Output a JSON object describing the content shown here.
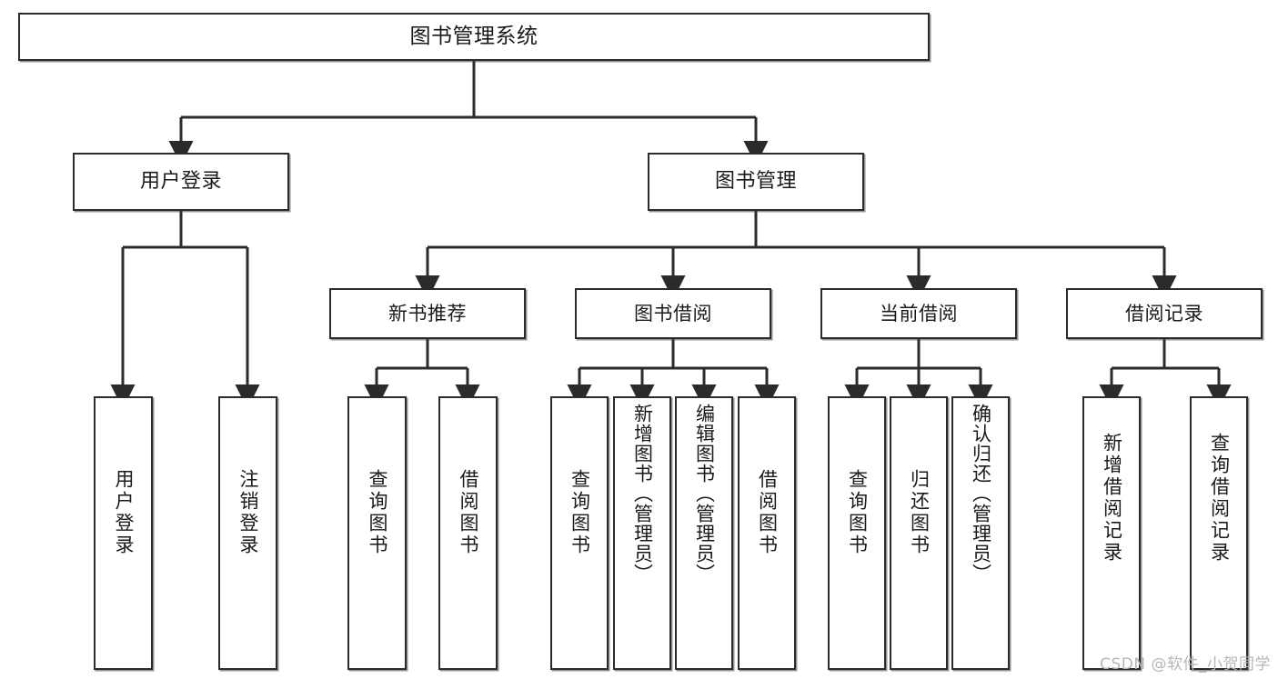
{
  "diagram": {
    "title": "图书管理系统",
    "type": "tree-hierarchy",
    "watermark": "CSDN @软件_小贺同学",
    "edge_color": "#2b2b2b",
    "node_fill": "#ffffff",
    "node_border": "#2b2b2b",
    "root": {
      "id": "root",
      "label": "图书管理系统",
      "level": 1
    },
    "branches": [
      {
        "id": "user-login",
        "label": "用户登录",
        "level": 2
      },
      {
        "id": "book-manage",
        "label": "图书管理",
        "level": 2
      }
    ],
    "groups": [
      {
        "id": "new-book-recommend",
        "label": "新书推荐",
        "level": 3,
        "parent": "book-manage"
      },
      {
        "id": "book-borrow",
        "label": "图书借阅",
        "level": 3,
        "parent": "book-manage"
      },
      {
        "id": "current-borrow",
        "label": "当前借阅",
        "level": 3,
        "parent": "book-manage"
      },
      {
        "id": "borrow-record",
        "label": "借阅记录",
        "level": 3,
        "parent": "book-manage"
      }
    ],
    "leaves": [
      {
        "id": "leaf-user-login",
        "label": "用户登录",
        "parent": "user-login"
      },
      {
        "id": "leaf-user-logout",
        "label": "注销登录",
        "parent": "user-login"
      },
      {
        "id": "leaf-nbr-query",
        "label": "查询图书",
        "parent": "new-book-recommend"
      },
      {
        "id": "leaf-nbr-borrow",
        "label": "借阅图书",
        "parent": "new-book-recommend"
      },
      {
        "id": "leaf-bb-query",
        "label": "查询图书",
        "parent": "book-borrow"
      },
      {
        "id": "leaf-bb-add",
        "label": "新增图书（管理员）",
        "parent": "book-borrow"
      },
      {
        "id": "leaf-bb-edit",
        "label": "编辑图书（管理员）",
        "parent": "book-borrow"
      },
      {
        "id": "leaf-bb-borrow",
        "label": "借阅图书",
        "parent": "book-borrow"
      },
      {
        "id": "leaf-cb-query",
        "label": "查询图书",
        "parent": "current-borrow"
      },
      {
        "id": "leaf-cb-return",
        "label": "归还图书",
        "parent": "current-borrow"
      },
      {
        "id": "leaf-cb-confirm",
        "label": "确认归还（管理员）",
        "parent": "current-borrow"
      },
      {
        "id": "leaf-br-add",
        "label": "新增借阅记录",
        "parent": "borrow-record"
      },
      {
        "id": "leaf-br-query",
        "label": "查询借阅记录",
        "parent": "borrow-record"
      }
    ]
  }
}
